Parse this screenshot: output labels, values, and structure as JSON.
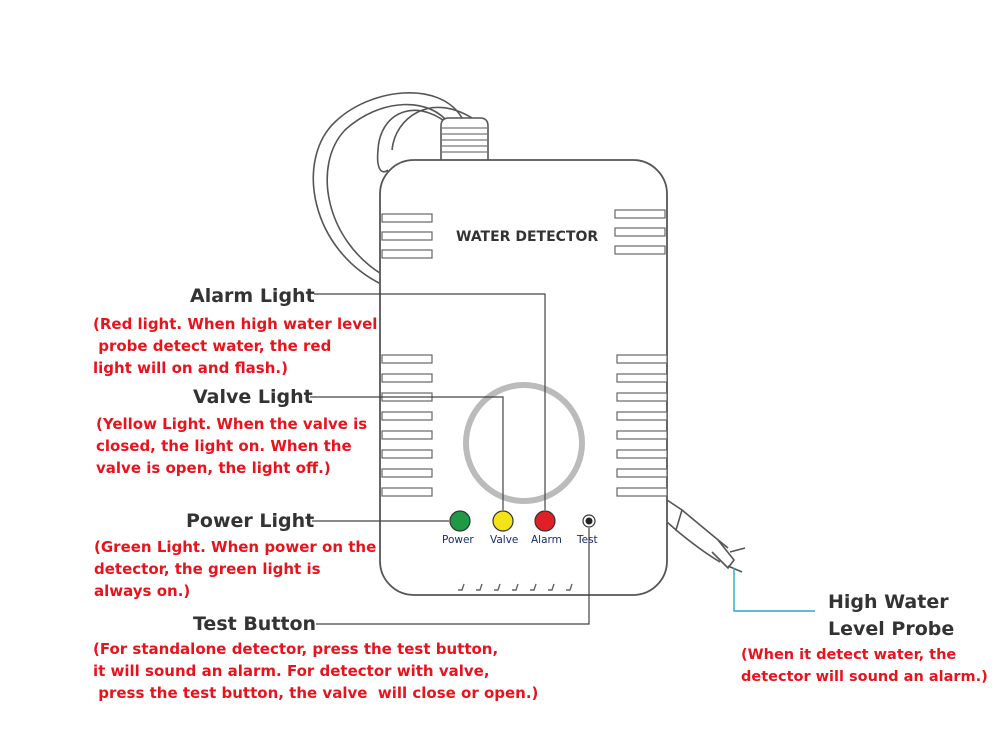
{
  "device": {
    "title": "WATER DETECTOR",
    "leds": [
      {
        "label": "Power",
        "color": "#1e9a45"
      },
      {
        "label": "Valve",
        "color": "#f5e31a"
      },
      {
        "label": "Alarm",
        "color": "#e02027"
      },
      {
        "label": "Test",
        "color": "#222222"
      }
    ]
  },
  "callouts": {
    "alarm": {
      "title": "Alarm Light",
      "lines": [
        "(Red light. When high water level",
        " probe detect water, the red",
        "light will on and flash.)"
      ]
    },
    "valve": {
      "title": "Valve Light",
      "lines": [
        "(Yellow Light. When the valve is",
        "closed, the light on. When the",
        "valve is open, the light off.)"
      ]
    },
    "power": {
      "title": "Power Light",
      "lines": [
        "(Green Light. When power on the",
        "detector, the green light is",
        "always on.)"
      ]
    },
    "test": {
      "title": "Test Button",
      "lines": [
        "(For standalone detector, press the test button,",
        "it will sound an alarm. For detector with valve,",
        " press the test button, the valve  will close or open.)"
      ]
    },
    "probe": {
      "title_lines": [
        "High Water",
        "Level Probe"
      ],
      "lines": [
        "(When it detect water, the",
        "detector will sound an alarm.)"
      ]
    }
  },
  "colors": {
    "outline": "#555555",
    "leader": "#444444",
    "probe_leader": "#2aa6c4",
    "annotation_red": "#e8141b",
    "title_gray": "#333333",
    "led_label": "#1a2a6e"
  }
}
